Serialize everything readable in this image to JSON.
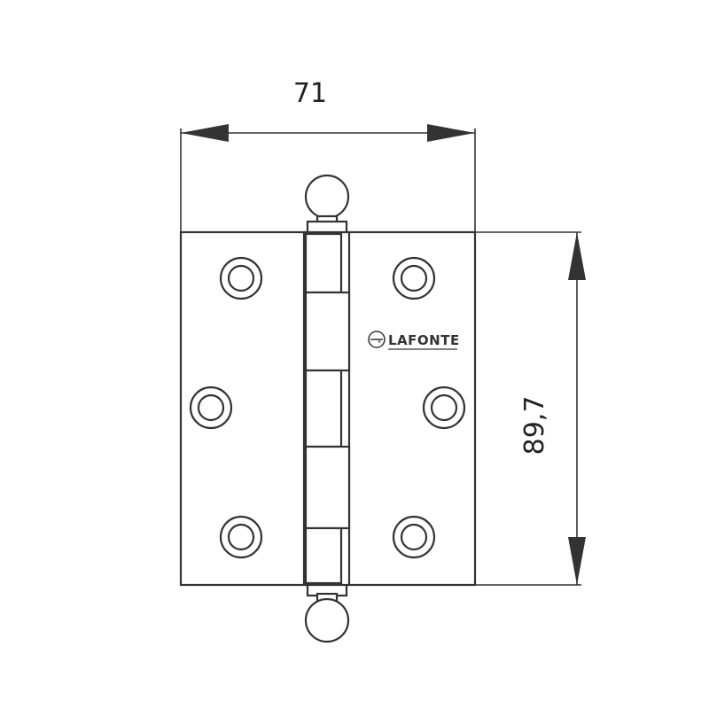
{
  "dimensions": {
    "width_label": "71",
    "height_label": "89,7"
  },
  "brand": {
    "name": "LAFONTE",
    "icon": "key-logo-icon"
  },
  "colors": {
    "line": "#333333",
    "background": "#ffffff"
  }
}
